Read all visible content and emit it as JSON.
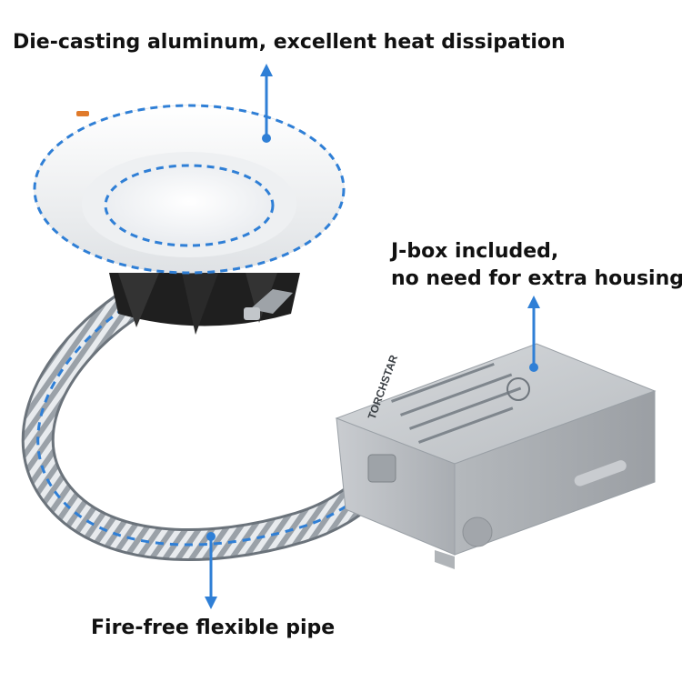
{
  "callouts": {
    "heat": "Die-casting aluminum, excellent heat dissipation",
    "jbox_line1": "J-box included,",
    "jbox_line2": "no need for extra housing",
    "pipe": "Fire-free flexible pipe"
  },
  "jbox_label": {
    "brand": "TORCHSTAR"
  },
  "colors": {
    "accent": "#2f7fd6",
    "box": "#bcc0c4",
    "trim": "#f4f5f6",
    "heatsink": "#1f1f1f"
  }
}
